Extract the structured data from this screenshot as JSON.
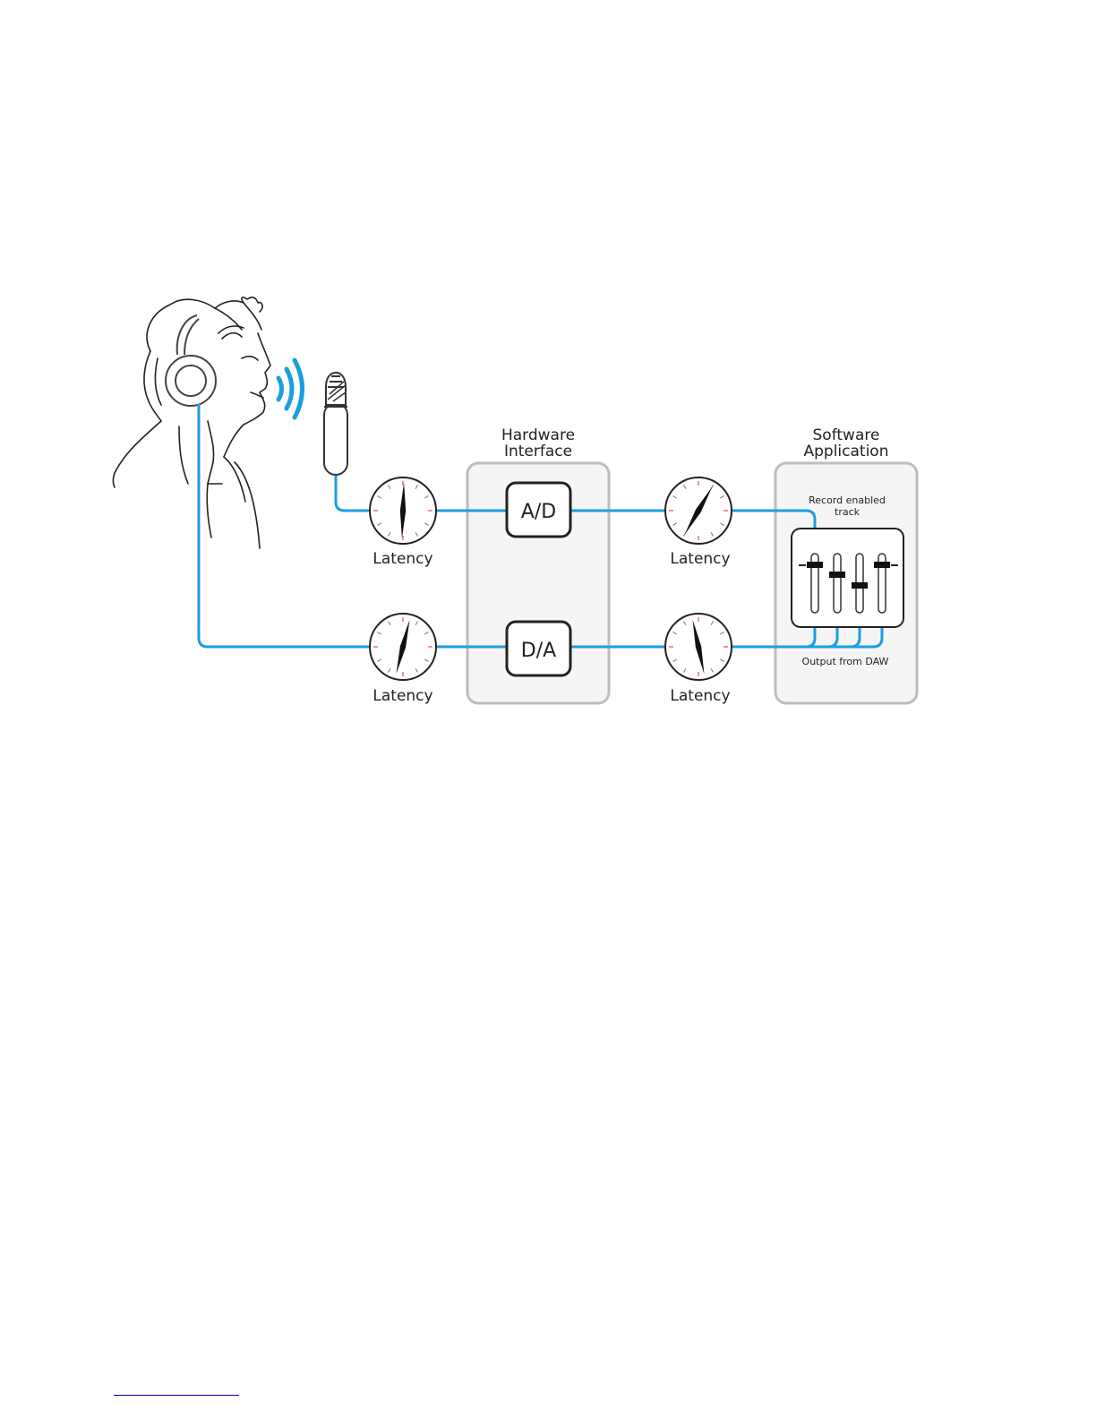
{
  "diagram": {
    "hardware_title_line1": "Hardware",
    "hardware_title_line2": "Interface",
    "software_title_line1": "Software",
    "software_title_line2": "Application",
    "ad_label": "A/D",
    "da_label": "D/A",
    "latency_label": "Latency",
    "record_track_line1": "Record enabled",
    "record_track_line2": "track",
    "output_label": "Output from DAW",
    "signal_color": "#1a9ee0",
    "box_border_color": "#bdbdbd",
    "meters": [
      {
        "id": "meter-input-1",
        "label": "Latency"
      },
      {
        "id": "meter-input-2",
        "label": "Latency"
      },
      {
        "id": "meter-output-1",
        "label": "Latency"
      },
      {
        "id": "meter-output-2",
        "label": "Latency"
      }
    ]
  }
}
